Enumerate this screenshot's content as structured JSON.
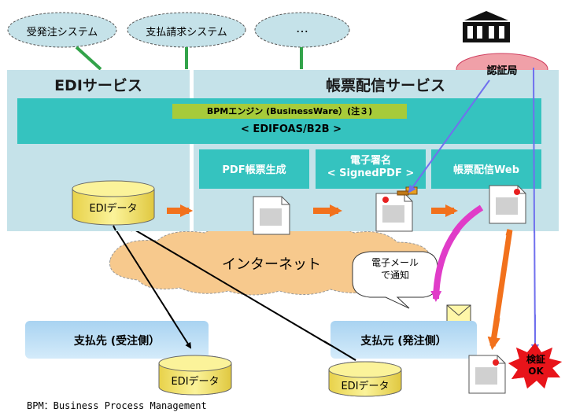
{
  "top_systems": [
    "受発注システム",
    "支払請求システム",
    "…"
  ],
  "edi_service": {
    "title": "EDIサービス"
  },
  "delivery_service": {
    "title": "帳票配信サービス"
  },
  "bpm_engine": {
    "label": "BPMエンジン (BusinessWare）(注３)"
  },
  "platform": {
    "label": "< EDIFOAS/B2B >"
  },
  "modules": {
    "pdf_generation": "PDF帳票生成",
    "signature_line1": "電子署名",
    "signature_line2": "< SignedPDF >",
    "delivery_web": "帳票配信Web"
  },
  "edi_data": "EDIデータ",
  "cert_authority": "認証局",
  "internet": "インターネット",
  "email_notice_line1": "電子メール",
  "email_notice_line2": "で通知",
  "parties": {
    "payee": "支払先 (受注側）",
    "payer": "支払元 (発注側）"
  },
  "verified_line1": "検証",
  "verified_line2": "OK",
  "footnote": "BPM：Business Process Management",
  "colors": {
    "panel": "#c5e2e9",
    "teal": "#35c3bf",
    "bpm": "#a7cb3a",
    "arrow_orange": "#f2711c",
    "arrow_blue": "#8080f0",
    "arrow_magenta": "#e03cc8",
    "cylinder": "#f5ea72",
    "cert_oval": "#f0a0a8",
    "verify_burst": "#e8141a"
  }
}
